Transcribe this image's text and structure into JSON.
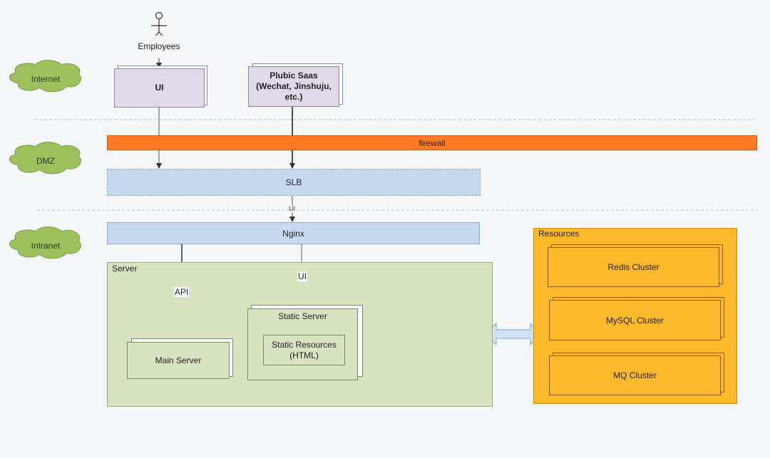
{
  "zones": {
    "internet": "Internet",
    "dmz": "DMZ",
    "intranet": "Intranet"
  },
  "actor": {
    "label": "Employees"
  },
  "nodes": {
    "ui": "UI",
    "public_saas": "Plubic Saas\n(Wechat, Jinshuju,\netc.)",
    "firewall": "firewall",
    "slb": "SLB",
    "nginx": "Nginx",
    "main_server": "Main Server",
    "static_server": "Static Server",
    "static_resources": "Static Resources\n(HTML)",
    "redis_cluster": "Redis Cluster",
    "mysql_cluster": "MySQL Cluster",
    "mq_cluster": "MQ Cluster"
  },
  "groups": {
    "server": "Server",
    "resources": "Resources"
  },
  "edge_labels": {
    "slb_to_nginx": "UI",
    "nginx_to_main": "API",
    "nginx_to_static": "UI"
  },
  "colors": {
    "firewall": "#fd7c25",
    "network_box": "#c7d9ef",
    "server_area": "#d8e3c2",
    "resources_area": "#fbb92b",
    "client_box": "#e0d9e8",
    "zone_cloud": "#9cc15d"
  }
}
